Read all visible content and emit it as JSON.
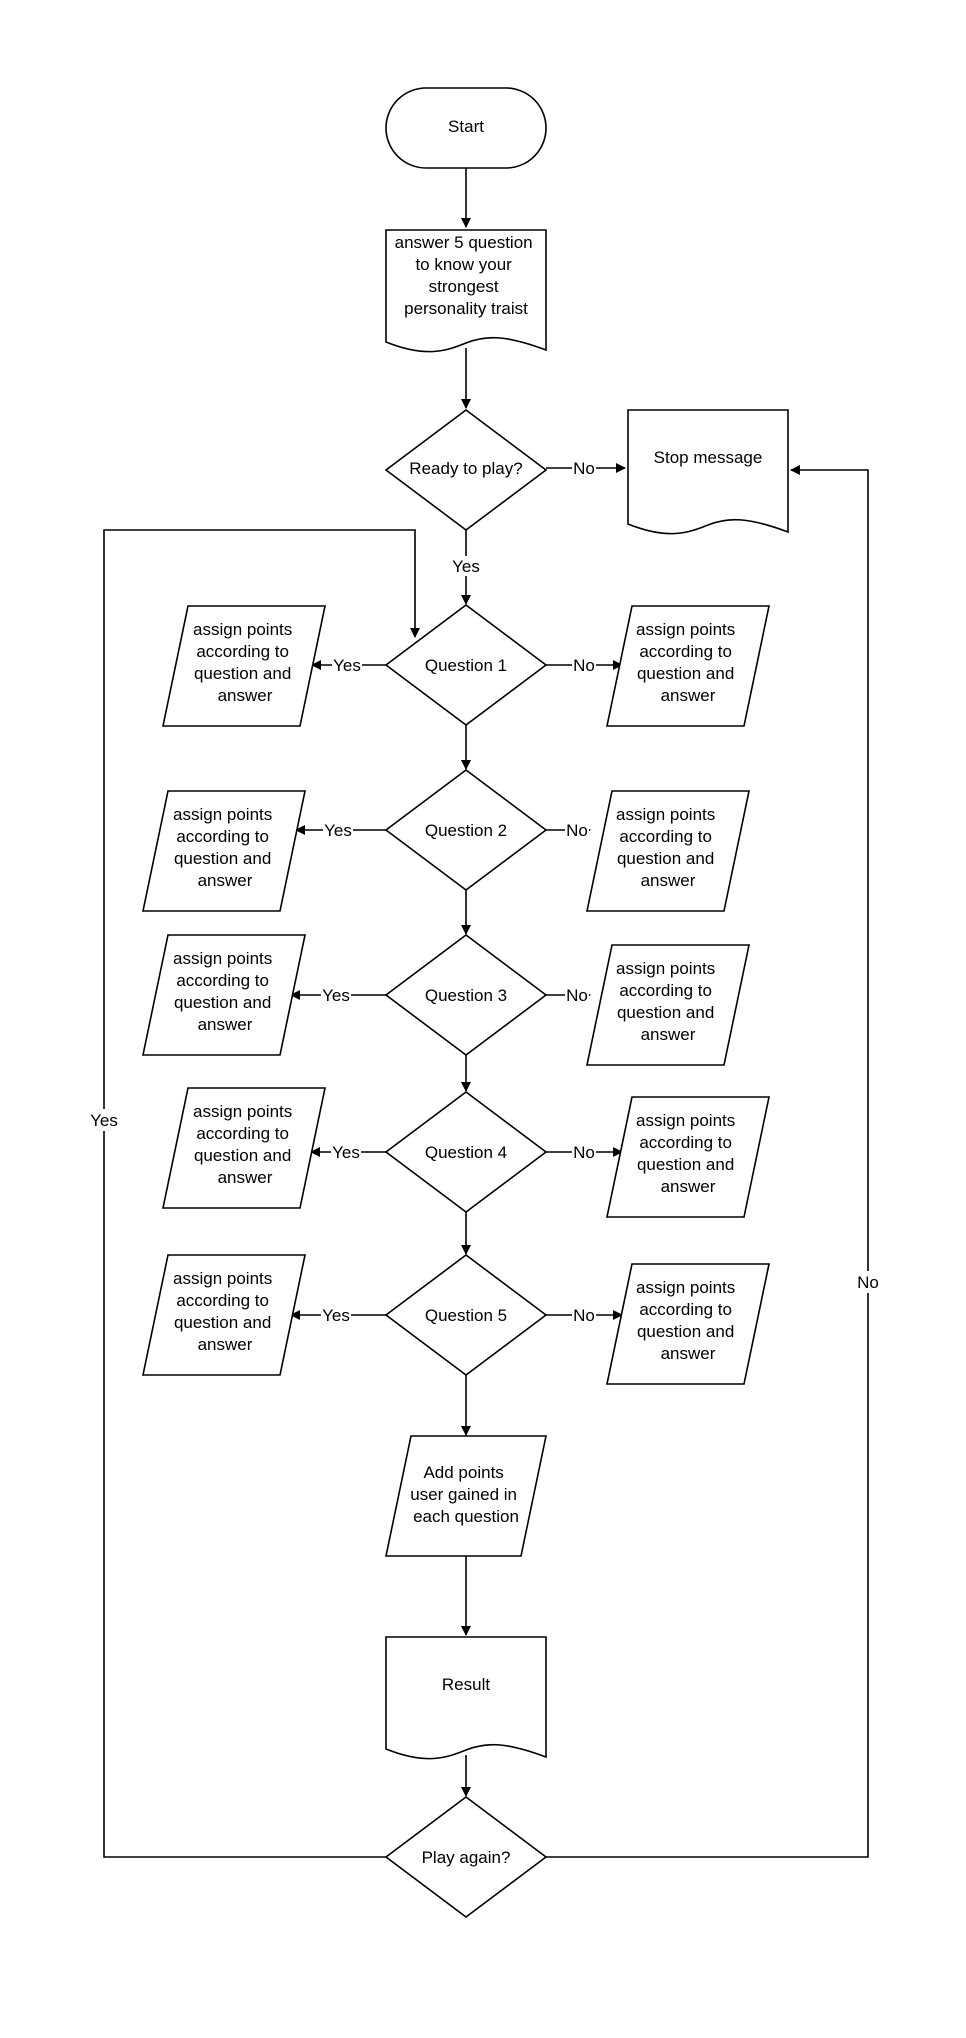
{
  "nodes": {
    "start": "Start",
    "intro": [
      "answer 5 question",
      "to know your",
      "strongest",
      "personality traist"
    ],
    "ready": "Ready to play?",
    "stop": "Stop message",
    "q1": "Question 1",
    "q2": "Question 2",
    "q3": "Question 3",
    "q4": "Question 4",
    "q5": "Question 5",
    "assign": [
      "assign points",
      "according to",
      "question and",
      "answer"
    ],
    "add": [
      "Add points",
      "user gained in",
      "each question"
    ],
    "result": "Result",
    "again": "Play again?"
  },
  "edges": {
    "yes": "Yes",
    "no": "No"
  },
  "colors": {
    "stroke": "#000000",
    "fill": "#ffffff",
    "text": "#000000"
  }
}
